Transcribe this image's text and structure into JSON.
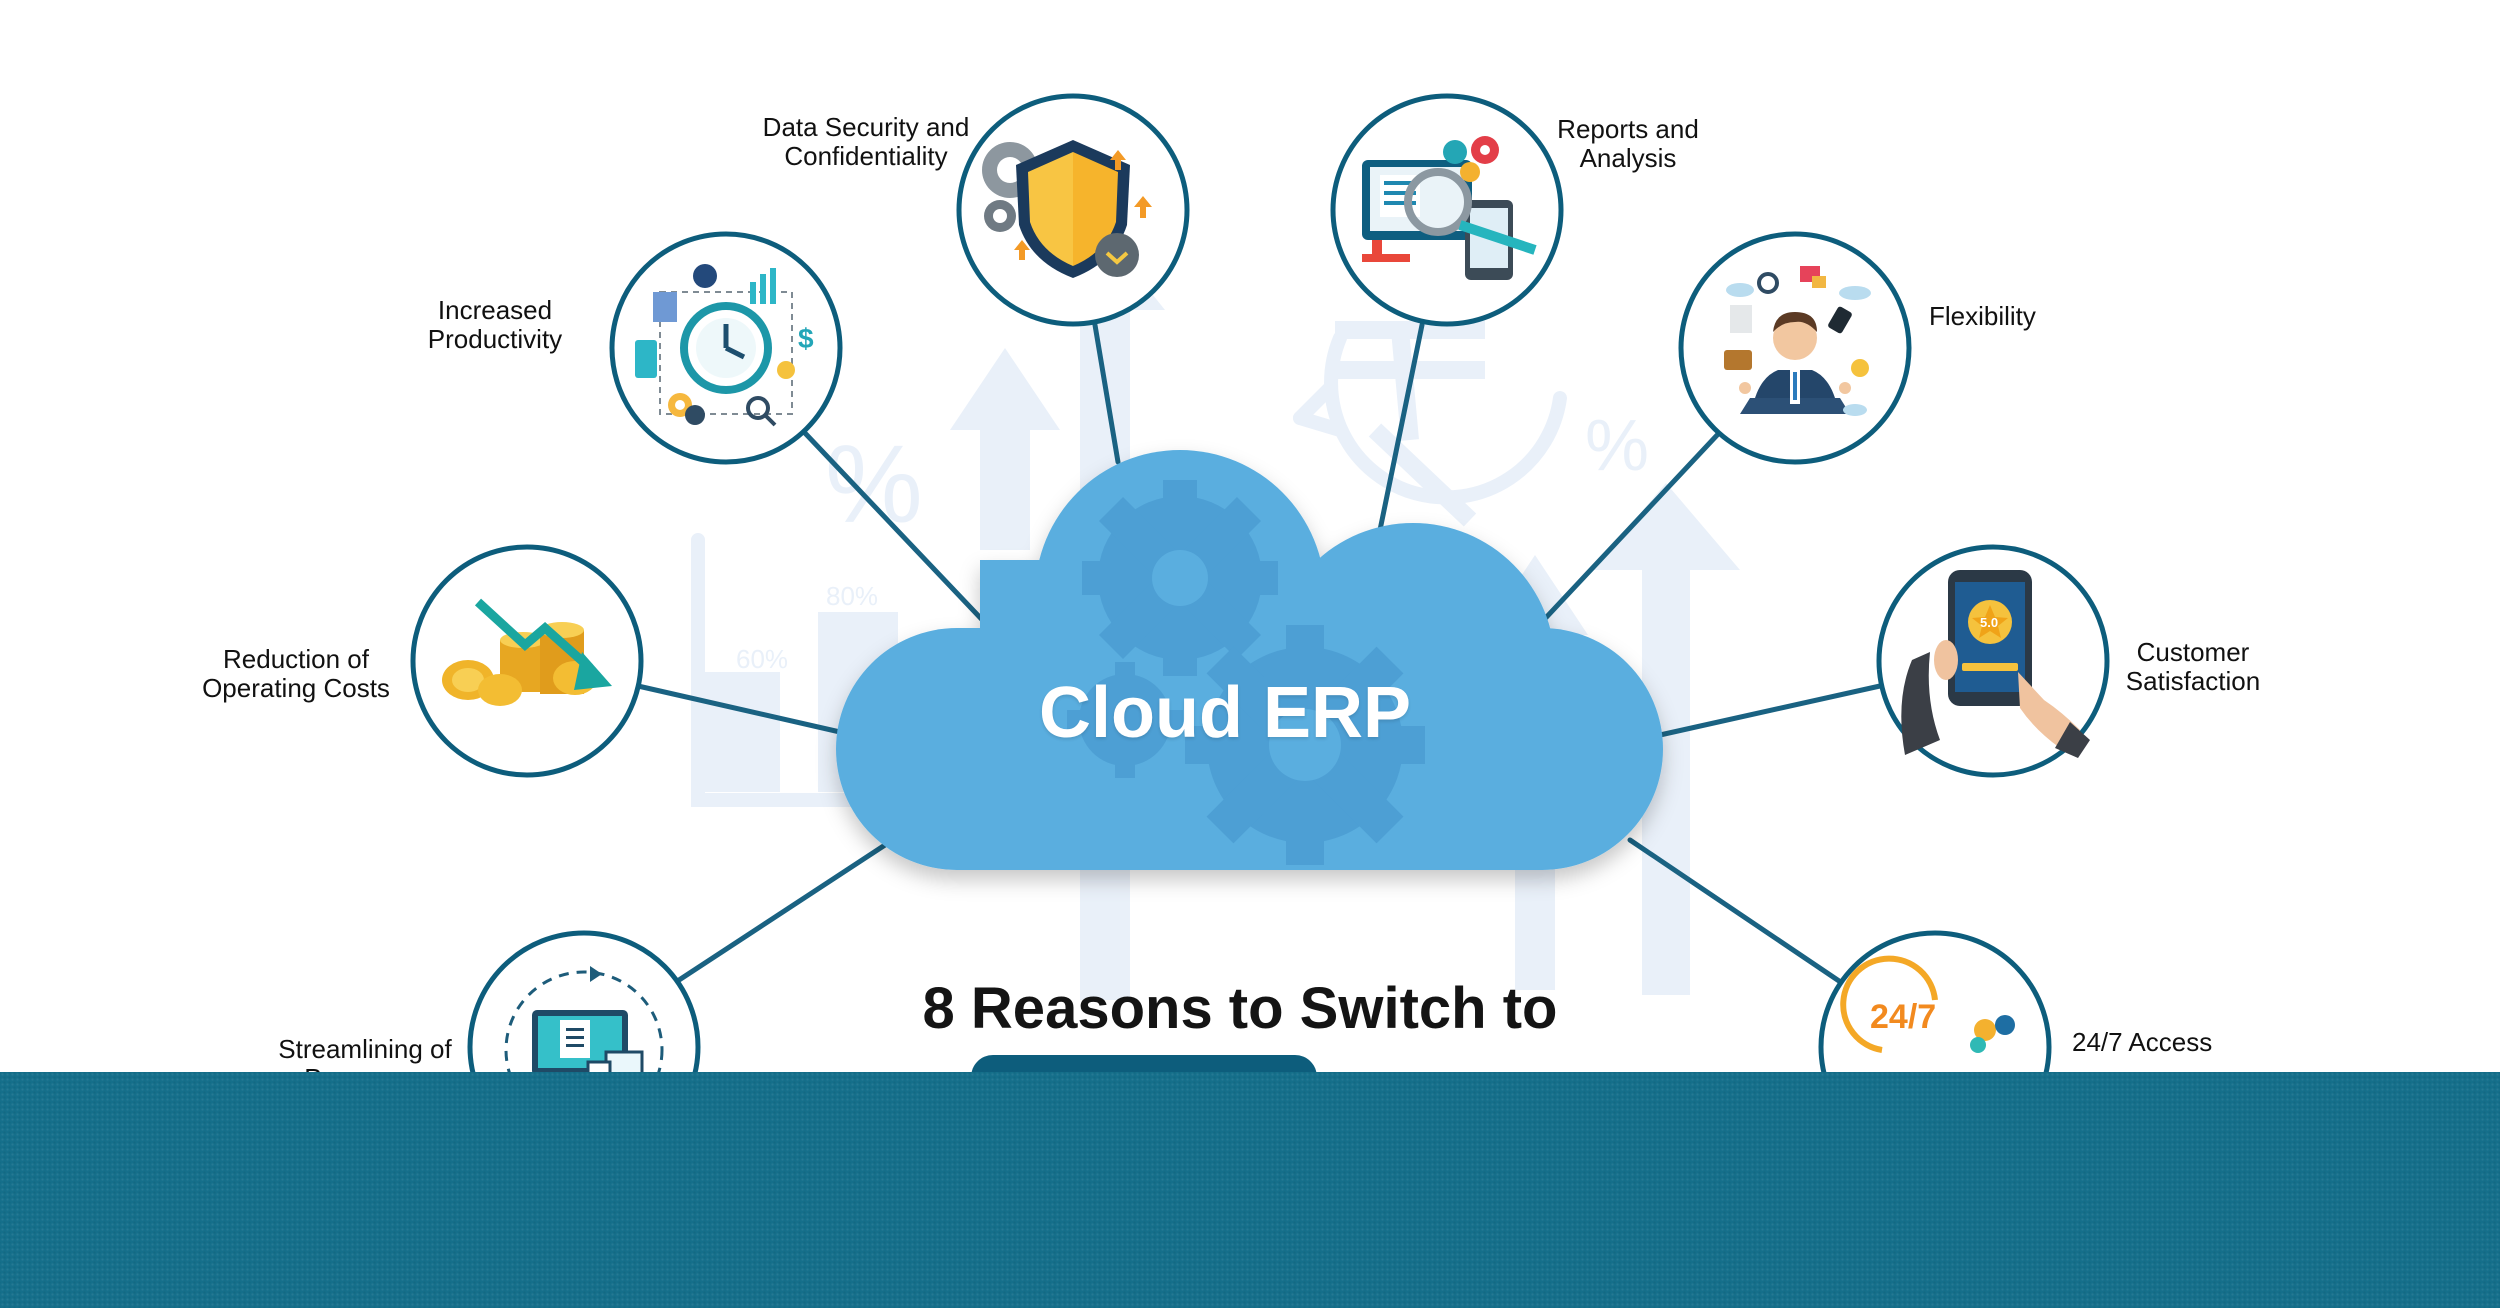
{
  "center": {
    "title": "Cloud ERP"
  },
  "headline": "8 Reasons to Switch to",
  "reasons": [
    {
      "lines": [
        "Data Security and",
        "Confidentiality"
      ],
      "icon": "security-shield-icon"
    },
    {
      "lines": [
        "Reports and",
        "Analysis"
      ],
      "icon": "reports-analysis-icon"
    },
    {
      "lines": [
        "Increased",
        "Productivity"
      ],
      "icon": "productivity-clock-icon"
    },
    {
      "lines": [
        "Flexibility"
      ],
      "icon": "flexibility-businessman-icon"
    },
    {
      "lines": [
        "Reduction of",
        "Operating Costs"
      ],
      "icon": "coins-cost-icon"
    },
    {
      "lines": [
        "Customer",
        "Satisfaction"
      ],
      "icon": "rating-tablet-icon"
    },
    {
      "lines": [
        "Streamlining of",
        "Processes"
      ],
      "icon": "process-computer-icon"
    },
    {
      "lines": [
        "24/7 Access"
      ],
      "icon": "access-247-icon"
    }
  ],
  "icon_texts": {
    "always_on": "24/7",
    "rating": "5.0"
  },
  "background_marks": [
    "%",
    "%",
    "80%",
    "60%"
  ],
  "colors": {
    "cloud": "#5aaedf",
    "ring": "#0d5d7c",
    "connector": "#1a6282",
    "band": "#156f8b",
    "pill": "#0d5d7c"
  }
}
